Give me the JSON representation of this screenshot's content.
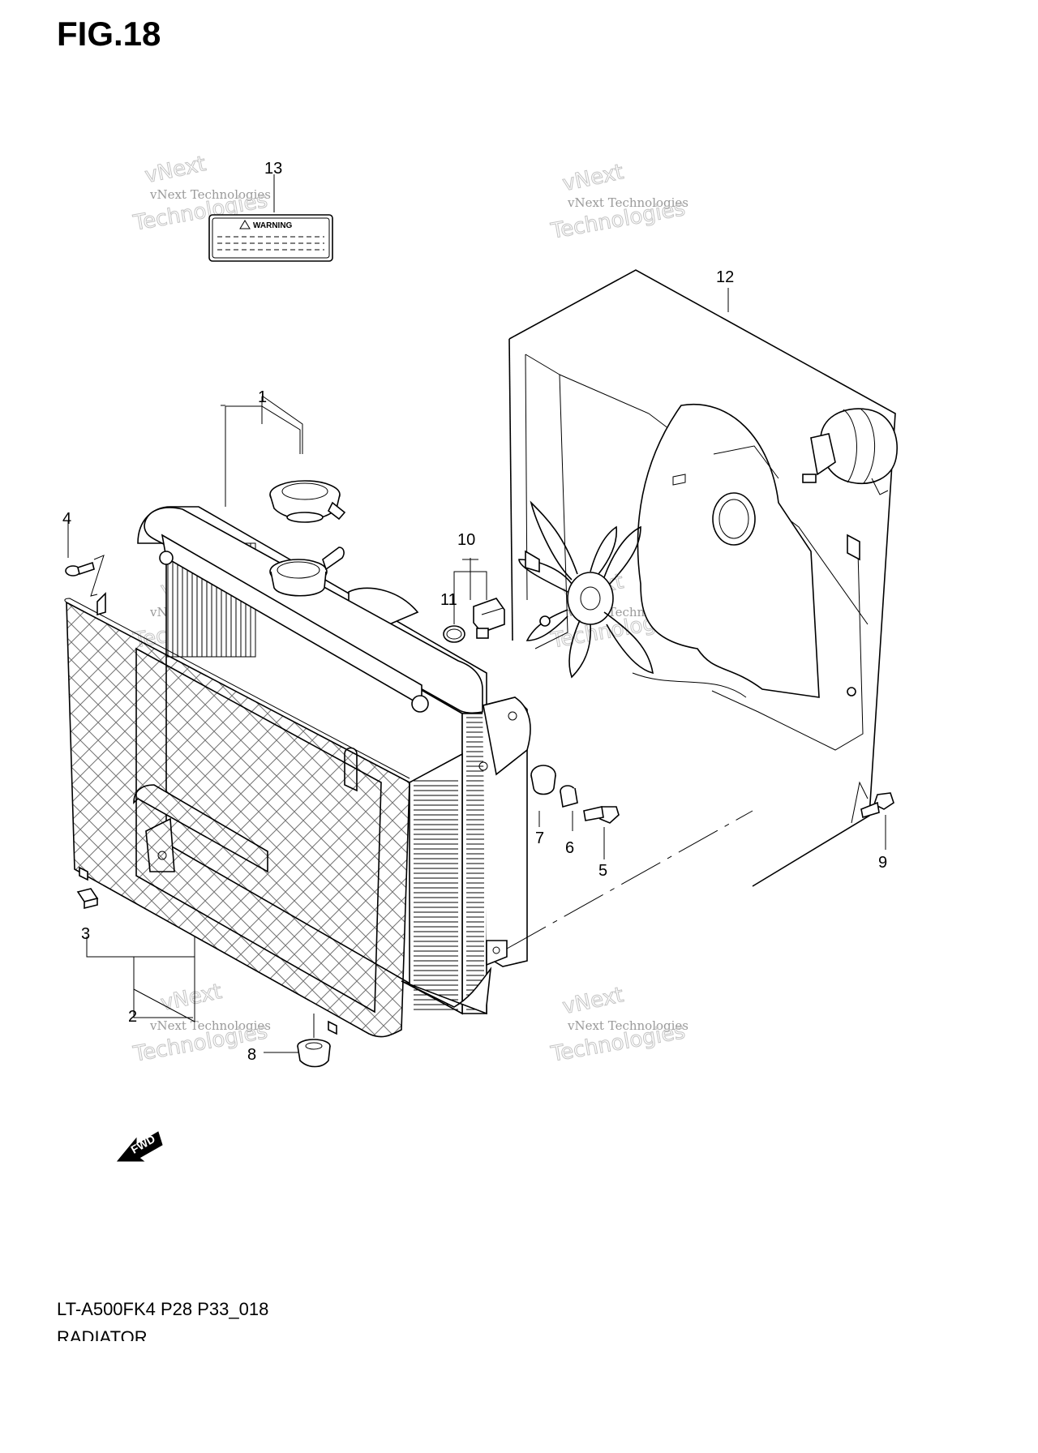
{
  "figure": {
    "title": "FIG.18",
    "model_code": "LT-A500FK4 P28 P33_018",
    "section_name": "RADIATOR"
  },
  "watermark": {
    "line1": "vNext Technologies",
    "line2": "Technologies",
    "tag": "vNext"
  },
  "label": {
    "warning_text": "WARNING"
  },
  "direction_arrow": {
    "text": "FWD"
  },
  "callouts": [
    {
      "id": "callout-1",
      "number": "1"
    },
    {
      "id": "callout-2",
      "number": "2"
    },
    {
      "id": "callout-3",
      "number": "3"
    },
    {
      "id": "callout-4",
      "number": "4"
    },
    {
      "id": "callout-5",
      "number": "5"
    },
    {
      "id": "callout-6",
      "number": "6"
    },
    {
      "id": "callout-7",
      "number": "7"
    },
    {
      "id": "callout-8",
      "number": "8"
    },
    {
      "id": "callout-9",
      "number": "9"
    },
    {
      "id": "callout-10",
      "number": "10"
    },
    {
      "id": "callout-11",
      "number": "11"
    },
    {
      "id": "callout-12",
      "number": "12"
    },
    {
      "id": "callout-13",
      "number": "13"
    }
  ]
}
